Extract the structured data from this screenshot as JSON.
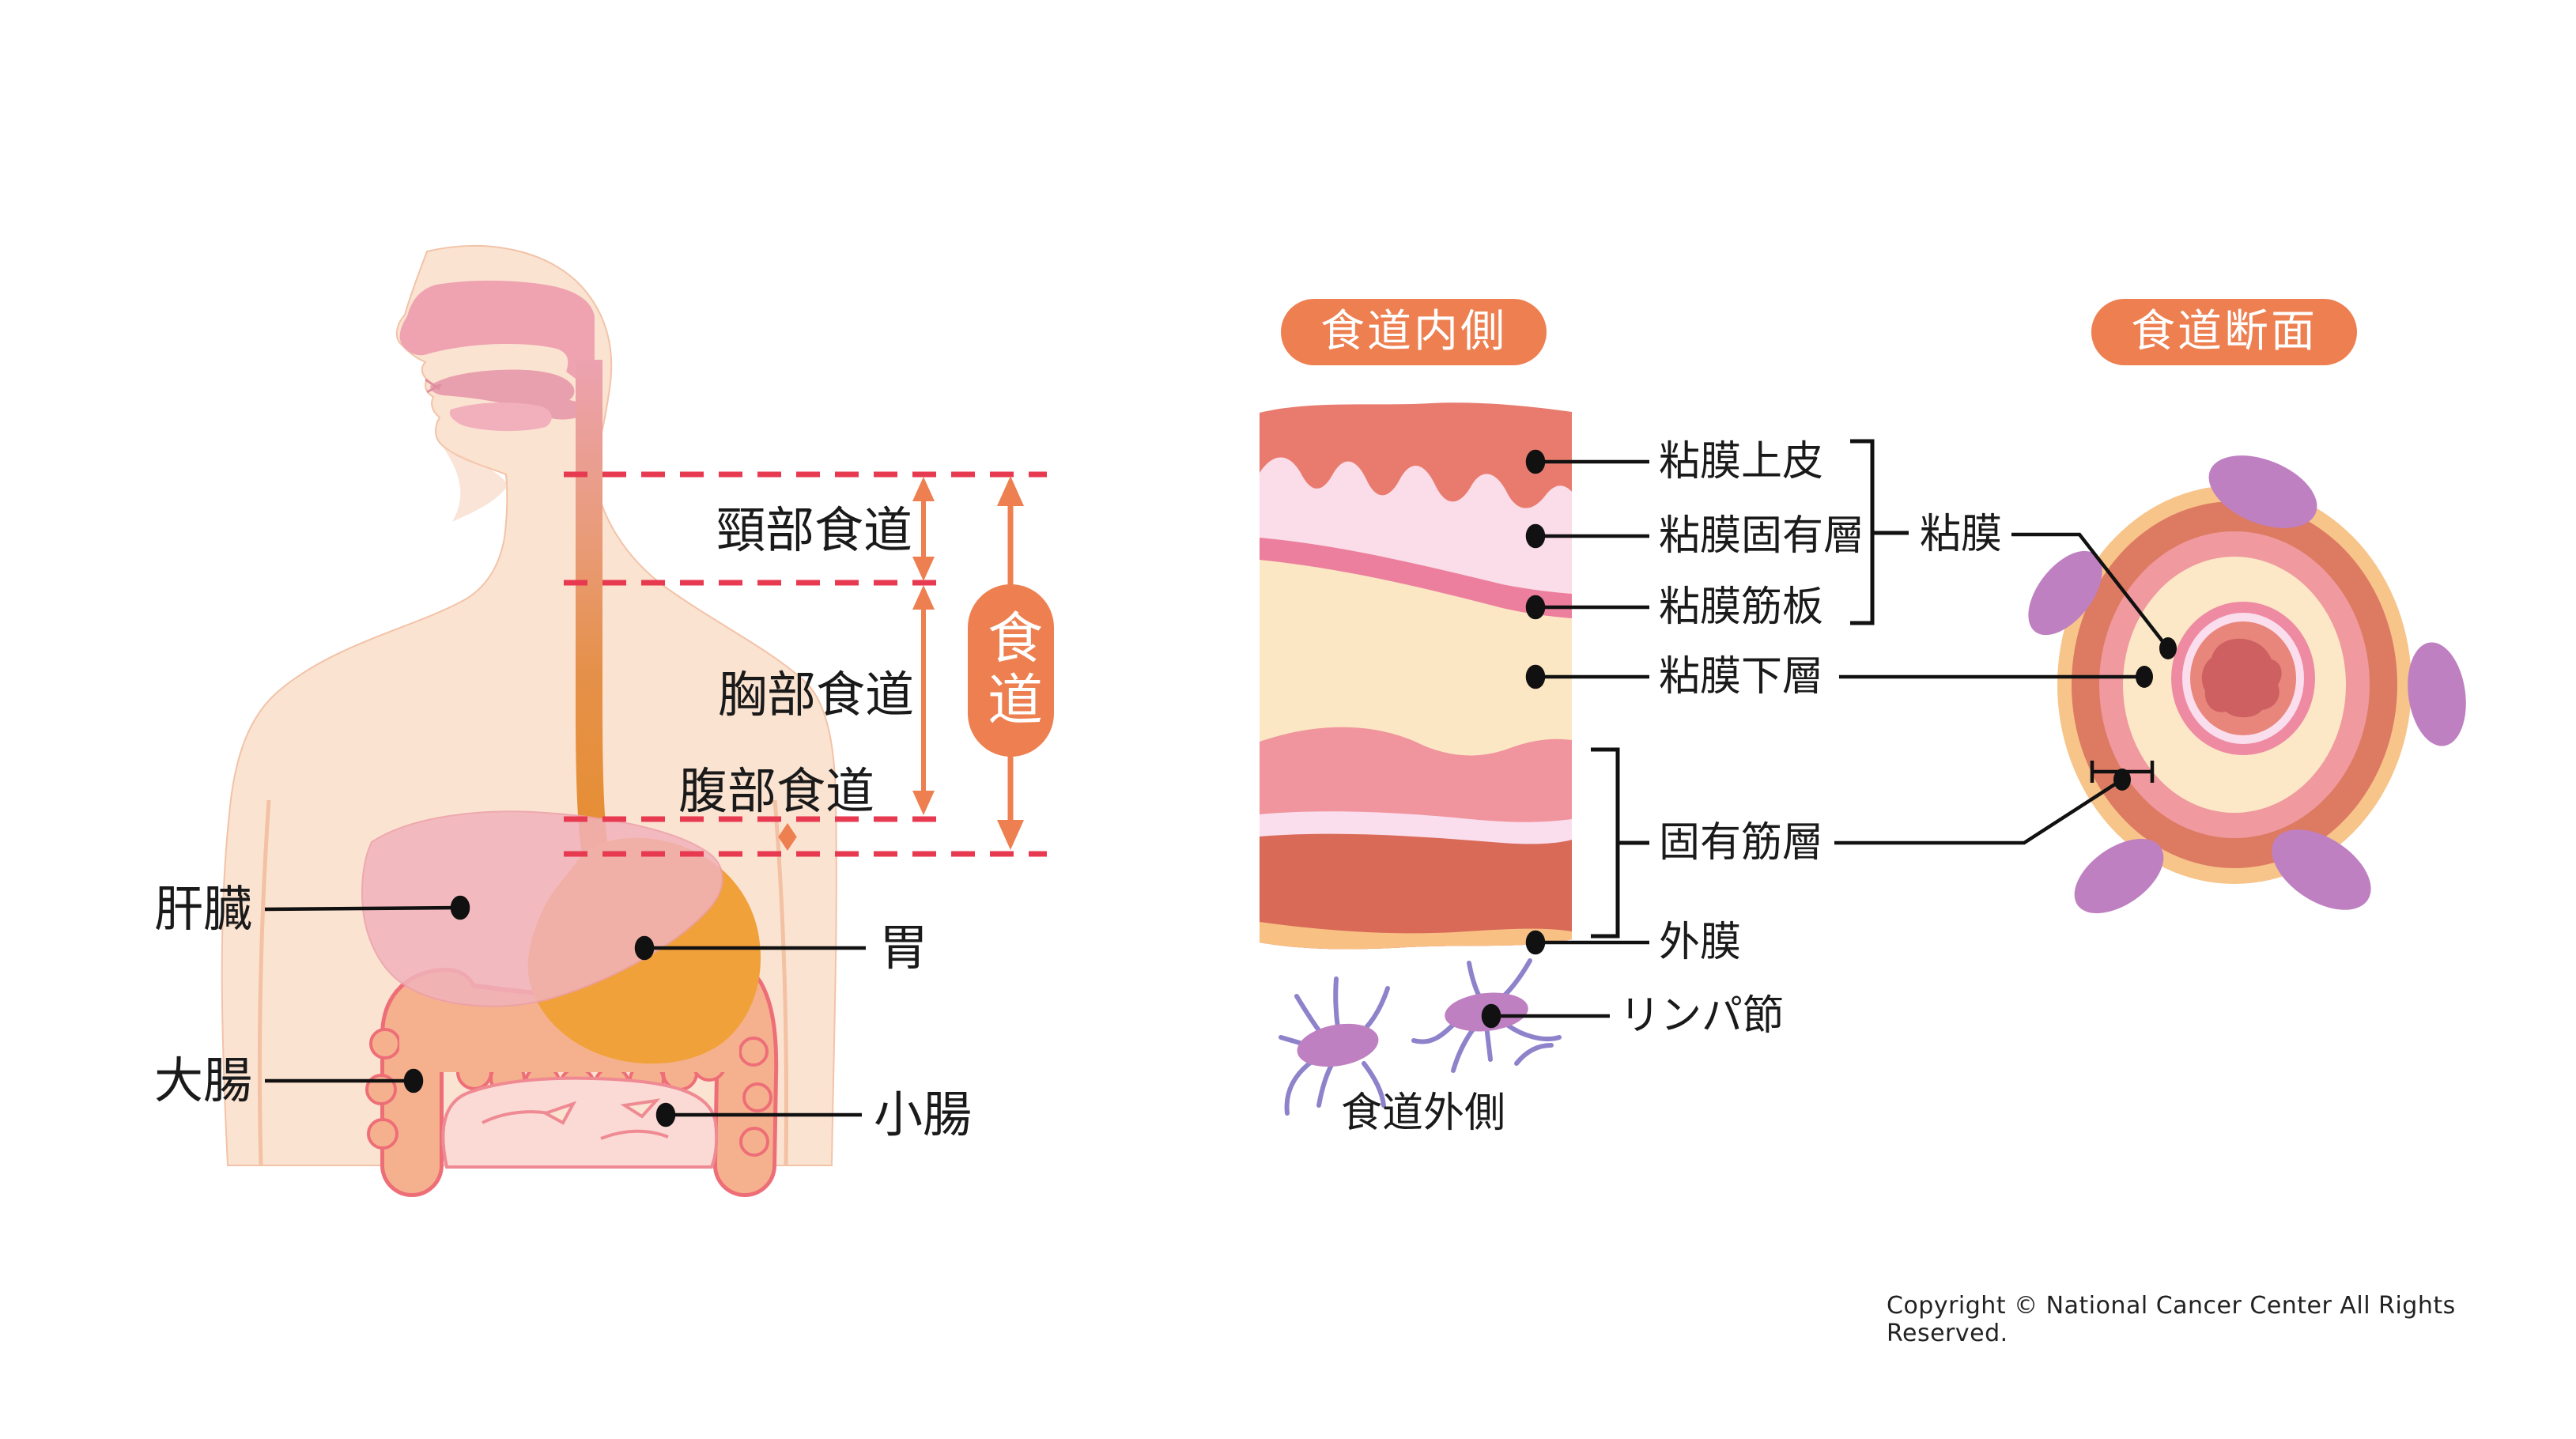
{
  "page": {
    "copyright": "Copyright © National Cancer Center All Rights Reserved."
  },
  "body_figure": {
    "esophagus_badge": "食道",
    "sections": {
      "cervical": "頸部食道",
      "thoracic": "胸部食道",
      "abdominal": "腹部食道"
    },
    "organs": {
      "liver": "肝臓",
      "stomach": "胃",
      "large_intestine": "大腸",
      "small_intestine": "小腸"
    }
  },
  "wall_figure": {
    "title": "食道内側",
    "outside_label": "食道外側",
    "lymph_node": "リンパ節",
    "mucosa_group": "粘膜",
    "layers": {
      "epithelium": "粘膜上皮",
      "lamina_propria": "粘膜固有層",
      "muscularis_mucosae": "粘膜筋板",
      "submucosa": "粘膜下層",
      "muscularis_propria": "固有筋層",
      "adventitia": "外膜"
    }
  },
  "cross_section_figure": {
    "title": "食道断面"
  },
  "colors": {
    "accent_orange": "#ED7F50",
    "guide_red": "#E73950",
    "label_black": "#1A1A1A",
    "lymph_purple": "#BF80C2",
    "vessel_purple": "#8E83CB",
    "wall_layers": {
      "epithelium": "#E87B6E",
      "lamina_propria": "#FBDCE9",
      "muscularis_mucosae": "#EC7F9D",
      "submucosa": "#FCE7C4",
      "muscularis_propria_inner": "#F0959E",
      "interlayer": "#FBDEEE",
      "muscularis_propria_outer": "#D96A58",
      "adventitia": "#F8C083"
    },
    "body": {
      "skin": "#FBE3D1",
      "cavity_pink": "#EFA3B1",
      "esophagus_top": "#ECA2AF",
      "esophagus_bottom": "#E68E2F",
      "liver": "#F1B3BB",
      "stomach": "#F0A139",
      "large_intestine": "#F5B18E",
      "intestine_outline": "#EE6E78",
      "small_intestine": "#FBDAD6"
    },
    "cross_section_rings": {
      "adventitia": "#F7C489",
      "muscularis_propria": "#DD7A62",
      "outer_submucosa": "#F0999F",
      "submucosa": "#FCE8C6",
      "muscularis_mucosae": "#EE8BA3",
      "lamina_propria": "#FBDEEE",
      "epithelium": "#E8867B",
      "lumen": "#CE6062"
    }
  }
}
